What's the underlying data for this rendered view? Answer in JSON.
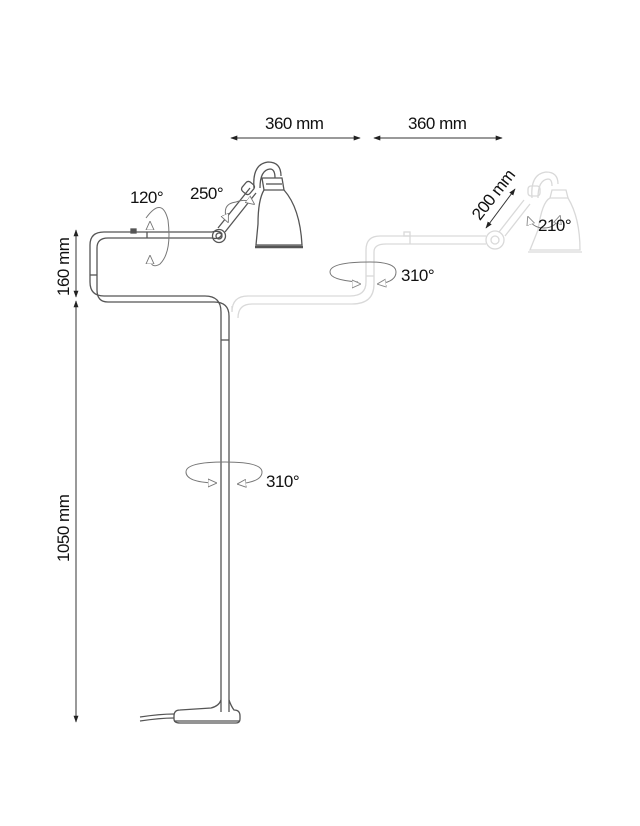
{
  "diagram": {
    "title": "Floor lamp dimension diagram",
    "colors": {
      "line": "#555555",
      "ghost": "#d9d9d9",
      "dim": "#333333",
      "text": "#111111",
      "background": "#ffffff"
    },
    "dimensions": {
      "arm_upper": "360 mm",
      "arm_extension": "360 mm",
      "arm_short": "200 mm",
      "top_offset": "160 mm",
      "height": "1050 mm"
    },
    "rotations": {
      "shade_joint": "120°",
      "elbow_joint": "250°",
      "ghost_head": "210°",
      "ghost_swivel": "310°",
      "stem_swivel": "310°"
    }
  }
}
